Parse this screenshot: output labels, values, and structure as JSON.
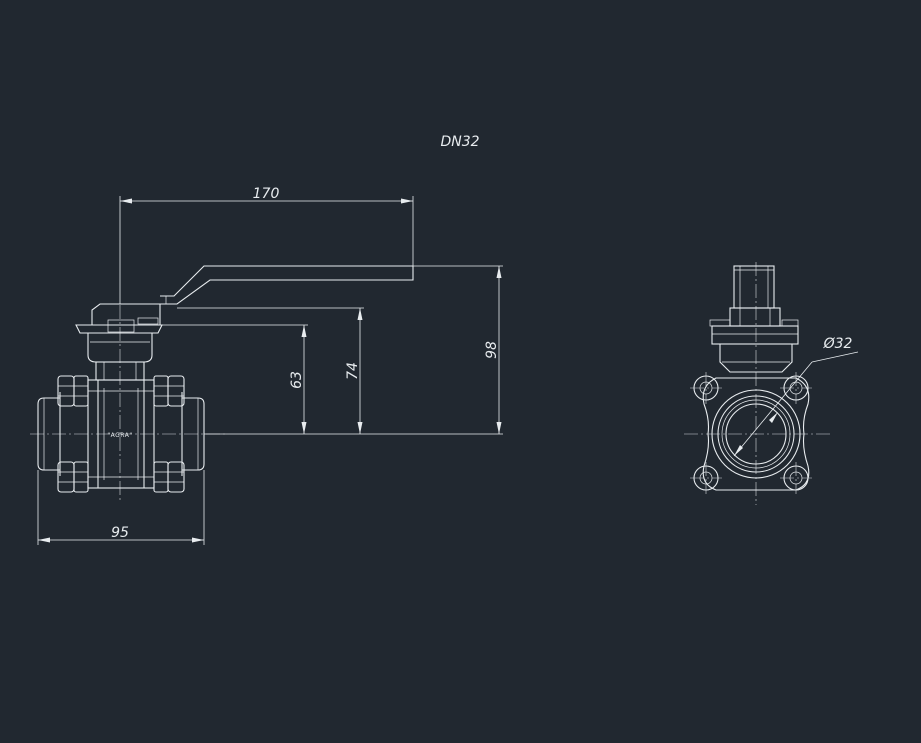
{
  "title": "DN32",
  "dimensions": {
    "handle_length": "170",
    "body_length": "95",
    "height_flange": "63",
    "height_stem": "74",
    "height_handle": "98",
    "bore_diameter": "Ø32"
  },
  "brand_mark": "\"AGRA\""
}
